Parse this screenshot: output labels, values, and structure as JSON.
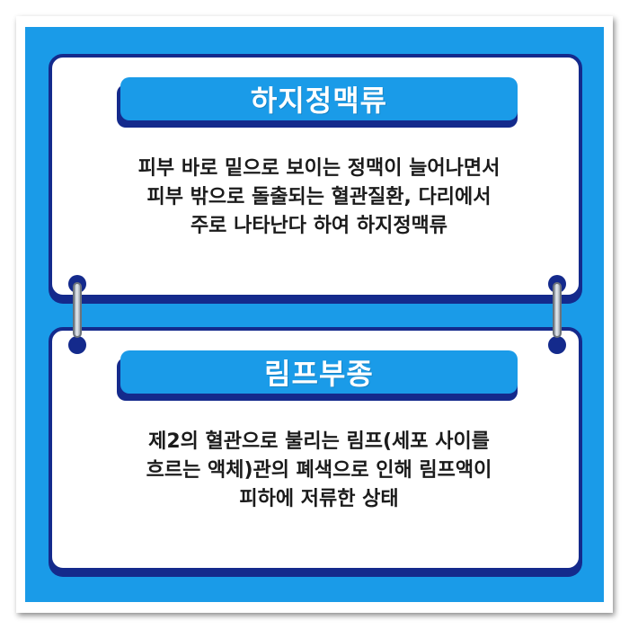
{
  "cards": [
    {
      "title": "하지정맥류",
      "lines": [
        "피부 바로 밑으로 보이는 정맥이 늘어나면서",
        "피부 밖으로 돌출되는 혈관질환, 다리에서",
        "주로 나타난다 하여 하지정맥류"
      ]
    },
    {
      "title": "림프부종",
      "lines": [
        "제2의 혈관으로 불리는 림프(세포 사이를",
        "흐르는 액체)관의 폐색으로 인해 림프액이",
        "피하에 저류한 상태"
      ]
    }
  ],
  "colors": {
    "background": "#1a9be8",
    "card_border": "#142a8c",
    "title_fill": "#1a9be8",
    "title_text": "#ffffff",
    "body_text": "#1b1b1b",
    "ring": "#c8ced4"
  }
}
